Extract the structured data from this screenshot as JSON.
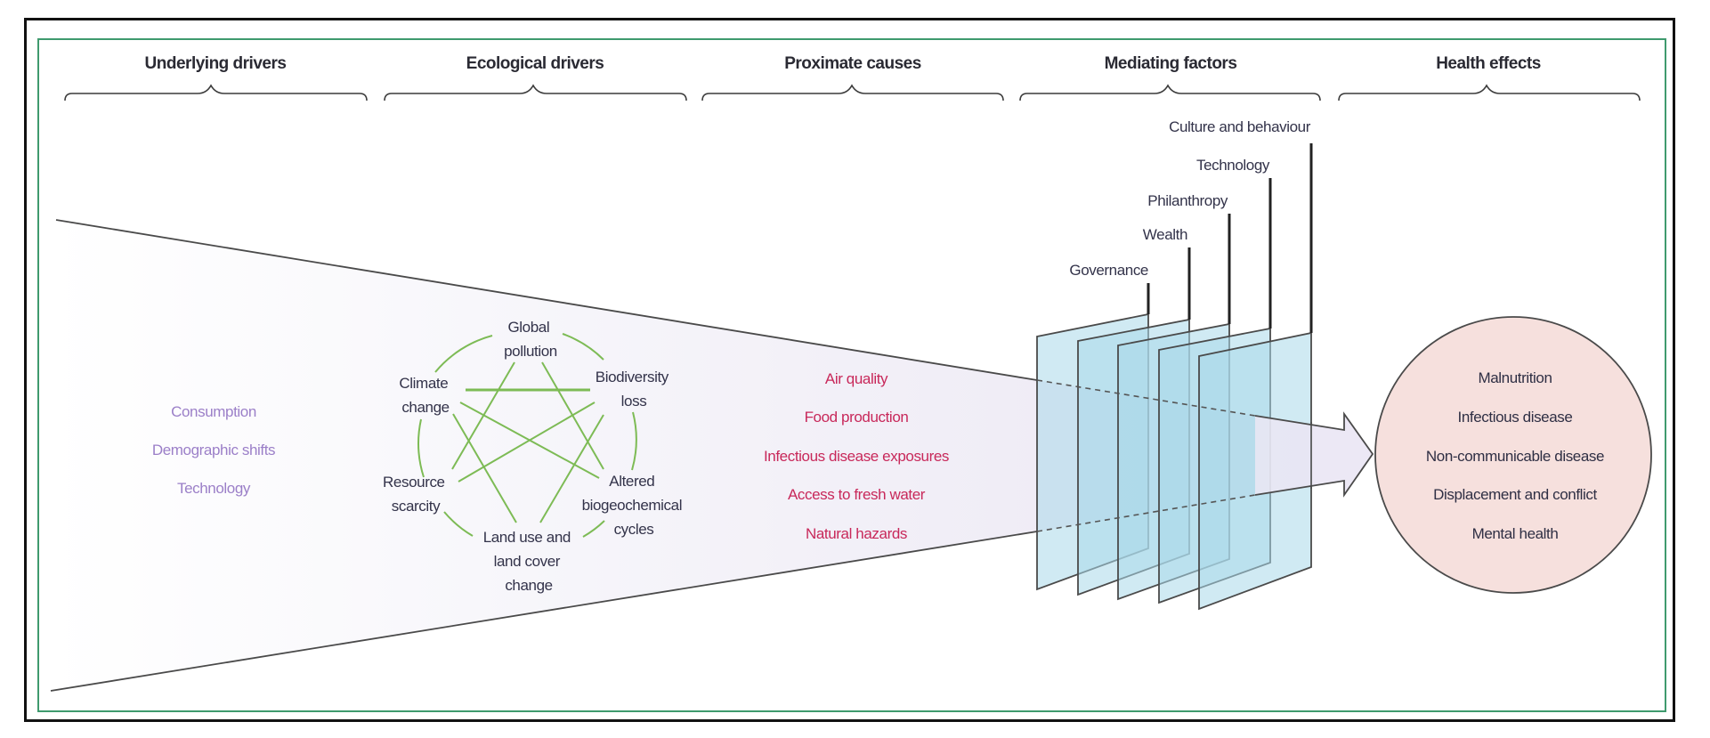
{
  "figure": {
    "headings": [
      "Underlying drivers",
      "Ecological drivers",
      "Proximate causes",
      "Mediating factors",
      "Health effects"
    ],
    "underlying_drivers": [
      "Consumption",
      "Demographic shifts",
      "Technology"
    ],
    "ecological_drivers": [
      {
        "id": "global-pollution",
        "lines": [
          "Global",
          "pollution"
        ]
      },
      {
        "id": "biodiversity-loss",
        "lines": [
          "Biodiversity",
          "loss"
        ]
      },
      {
        "id": "altered-biogeochemical-cycles",
        "lines": [
          "Altered",
          "biogeochemical",
          "cycles"
        ]
      },
      {
        "id": "land-use-change",
        "lines": [
          "Land use and",
          "land cover",
          "change"
        ]
      },
      {
        "id": "resource-scarcity",
        "lines": [
          "Resource",
          "scarcity"
        ]
      },
      {
        "id": "climate-change",
        "lines": [
          "Climate",
          "change"
        ]
      }
    ],
    "ecological_links": [
      [
        "climate-change",
        "biodiversity-loss"
      ],
      [
        "global-pollution",
        "resource-scarcity"
      ],
      [
        "global-pollution",
        "altered-biogeochemical-cycles"
      ],
      [
        "climate-change",
        "altered-biogeochemical-cycles"
      ],
      [
        "climate-change",
        "land-use-change"
      ],
      [
        "biodiversity-loss",
        "resource-scarcity"
      ],
      [
        "biodiversity-loss",
        "land-use-change"
      ]
    ],
    "proximate_causes": [
      "Air quality",
      "Food production",
      "Infectious disease exposures",
      "Access to fresh water",
      "Natural hazards"
    ],
    "mediating_factors": [
      "Governance",
      "Wealth",
      "Philanthropy",
      "Technology",
      "Culture and behaviour"
    ],
    "health_effects": [
      "Malnutrition",
      "Infectious disease",
      "Non-communicable disease",
      "Displacement and conflict",
      "Mental health"
    ],
    "colors": {
      "frame": "#111111",
      "inner_frame": "#3f9a6e",
      "heading_text": "#2a2a33",
      "underlying_text": "#9b7fc8",
      "ecological_text": "#33334a",
      "ecological_links": "#7dbb55",
      "proximate_text": "#c8285a",
      "panel_fill": "#b7e0ee",
      "circle_fill": "#f6e0dd",
      "funnel_fill": "#ece8f4"
    }
  }
}
